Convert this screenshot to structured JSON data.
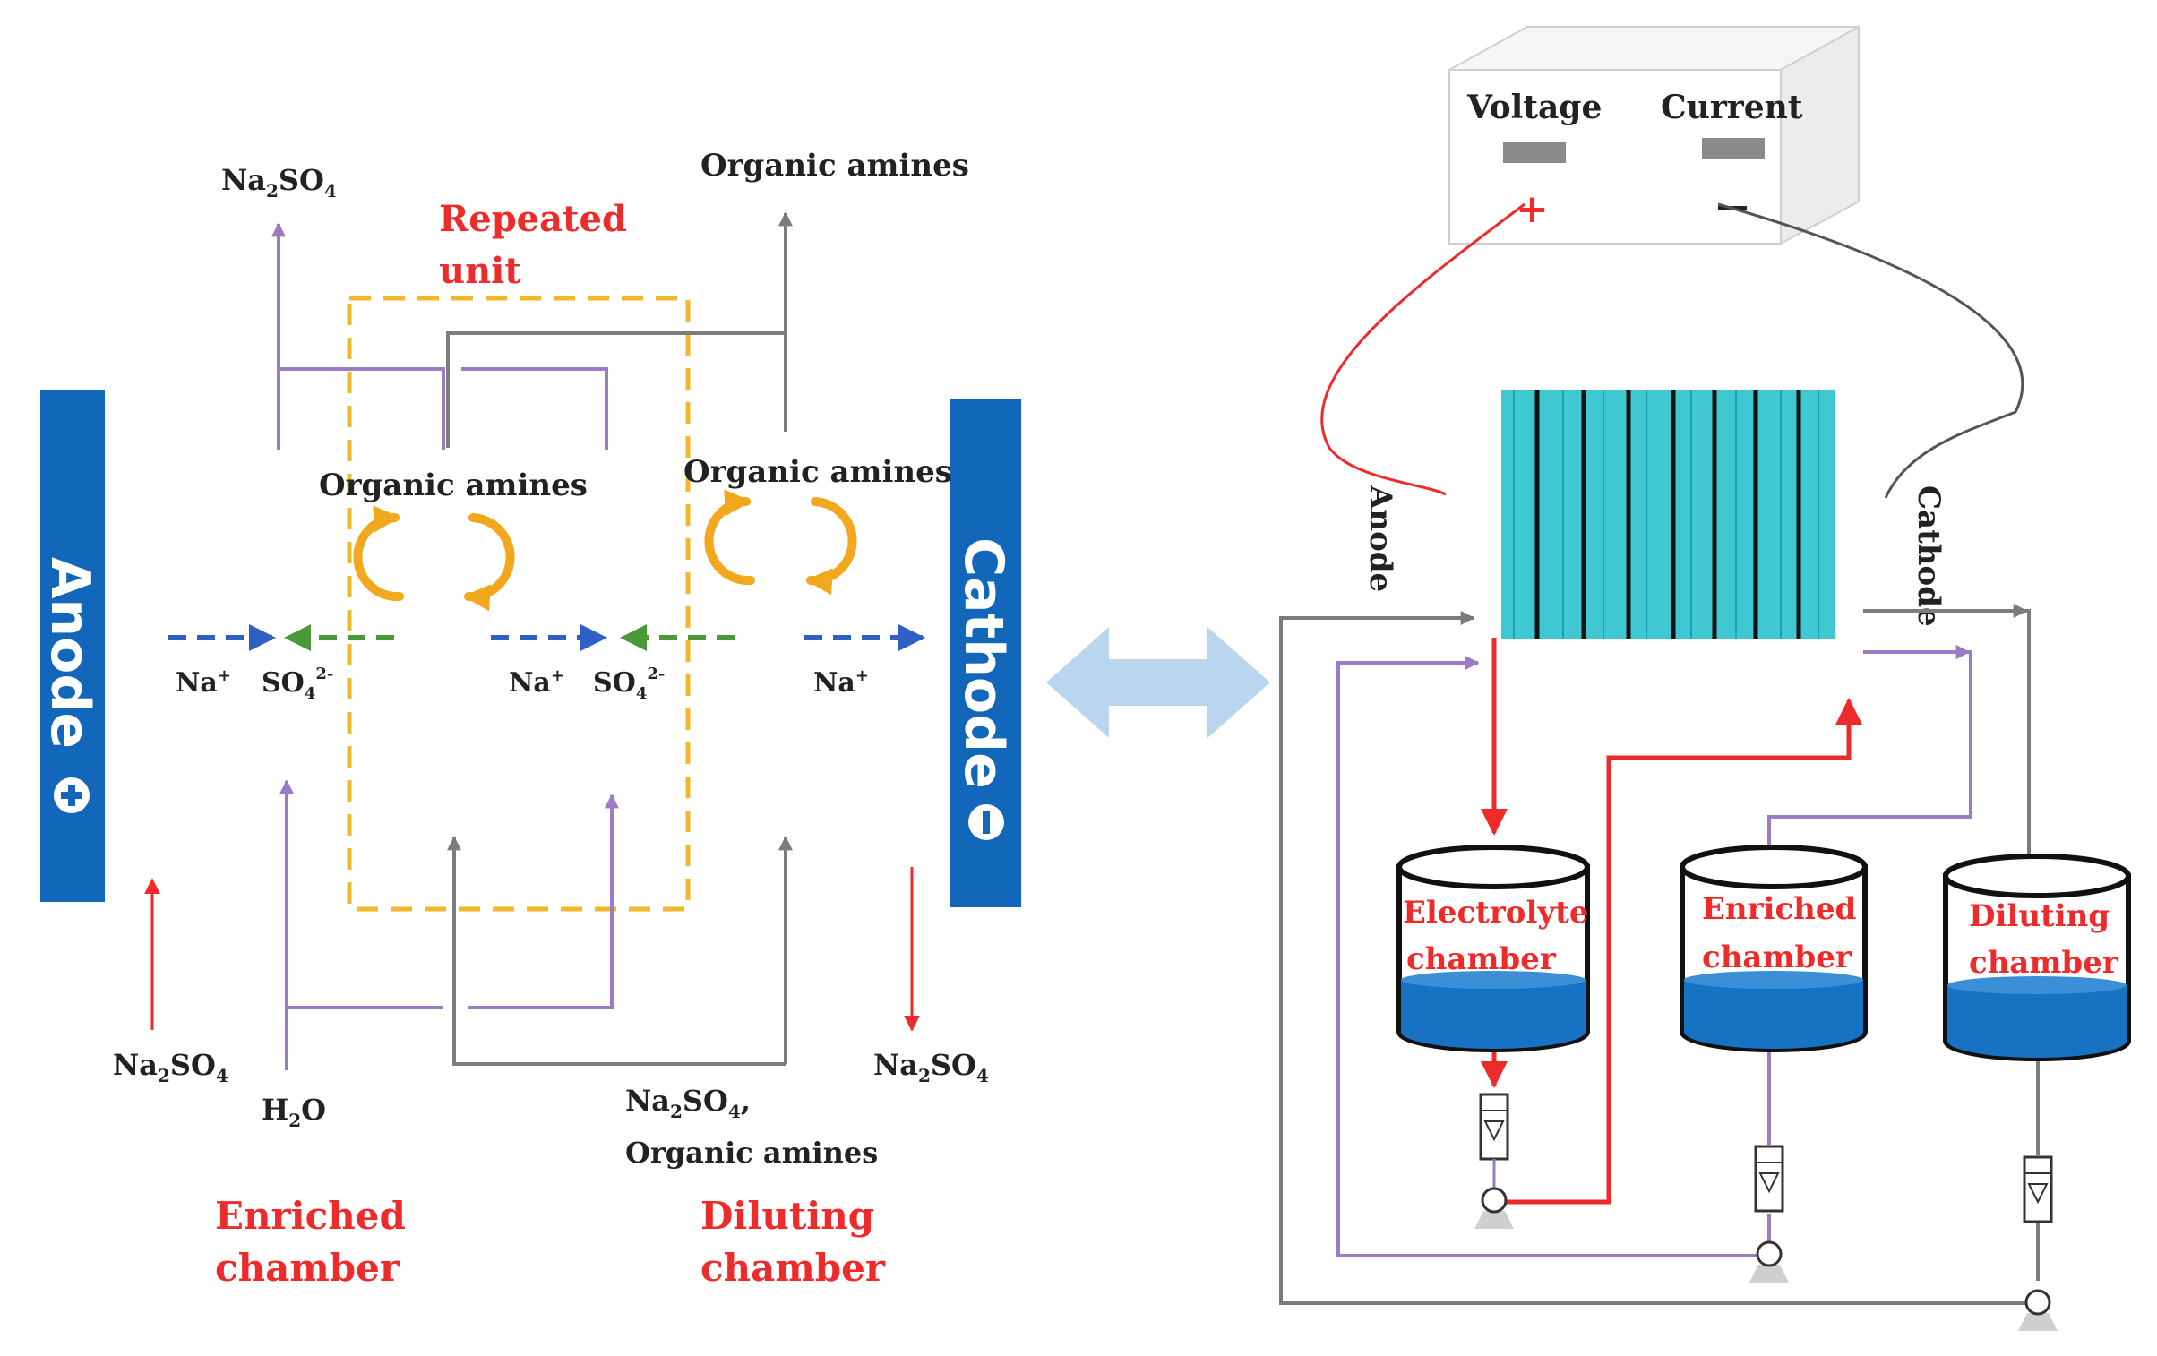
{
  "left_panel": {
    "electrodes": {
      "anode": "Anode",
      "cathode": "Cathode"
    },
    "repeated_unit": {
      "line1": "Repeated",
      "line2": "unit"
    },
    "outlets": {
      "na2so4": "Na2SO4",
      "organic_amines": "Organic amines"
    },
    "inner_labels": {
      "organic_amines_left": "Organic amines",
      "organic_amines_right": "Organic amines"
    },
    "ions": {
      "na": "Na+",
      "so4": "SO42-"
    },
    "inlets": {
      "na2so4_left": "Na2SO4",
      "h2o": "H2O",
      "na2so4_amines_line1": "Na2SO4,",
      "na2so4_amines_line2": "Organic amines",
      "na2so4_right": "Na2SO4"
    },
    "chamber_names": {
      "enriched": {
        "line1": "Enriched",
        "line2": "chamber"
      },
      "diluting": {
        "line1": "Diluting",
        "line2": "chamber"
      }
    }
  },
  "right_panel": {
    "power_supply": {
      "voltage": "Voltage",
      "current": "Current",
      "plus": "+",
      "minus": "—"
    },
    "stack_labels": {
      "anode": "Anode",
      "cathode": "Cathode"
    },
    "tanks": [
      {
        "line1": "Electrolyte",
        "line2": "chamber"
      },
      {
        "line1": "Enriched",
        "line2": "chamber"
      },
      {
        "line1": "Diluting",
        "line2": "chamber"
      }
    ]
  },
  "colors": {
    "electrode_blue": "#1267bb",
    "purple": "#9a7bc4",
    "gray": "#7c7c7c",
    "red": "#ee2b2b",
    "orange": "#f2a81d",
    "dash_blue": "#2f5fc4",
    "dash_green": "#4a9a3a",
    "membrane_teal": "#3fc7d2",
    "water_blue": "#1872c4",
    "double_arrow": "#b9d6ee"
  }
}
